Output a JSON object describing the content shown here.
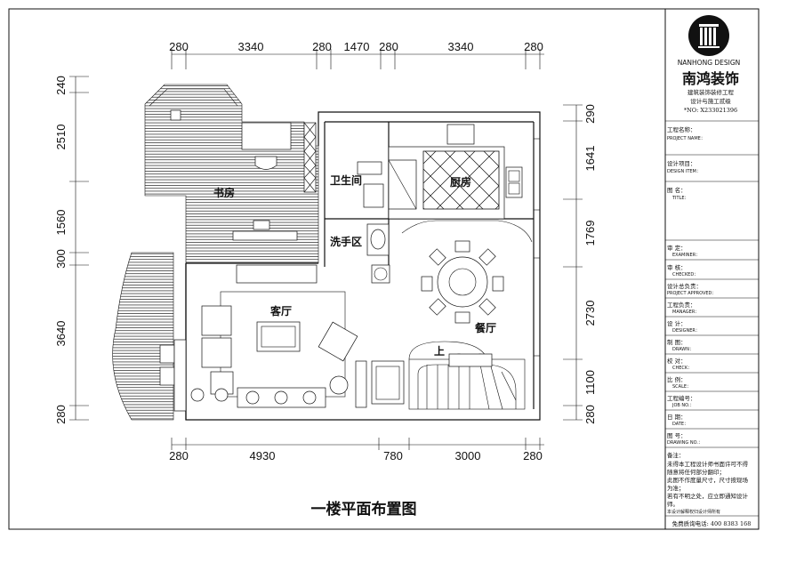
{
  "drawing": {
    "title": "一楼平面布置图",
    "dims_top": [
      "280",
      "3340",
      "280",
      "1470",
      "280",
      "3340",
      "280"
    ],
    "dims_bottom": [
      "280",
      "4930",
      "780",
      "3000",
      "280"
    ],
    "dims_left": [
      "240",
      "2510",
      "1560",
      "300",
      "3640",
      "280"
    ],
    "dims_right": [
      "290",
      "1641",
      "1769",
      "2730",
      "1100",
      "280"
    ],
    "rooms": {
      "study": "书房",
      "bathroom": "卫生间",
      "kitchen": "厨房",
      "washroom": "洗手区",
      "living": "客厅",
      "dining": "餐厅",
      "stair_up": "上"
    }
  },
  "title_block": {
    "logo_text": "NANHONG DESIGN",
    "company": "南鸿装饰",
    "line1": "建筑装饰装修工程",
    "line2": "设计与施工贰级",
    "license": "*NO: X233021396",
    "fields": [
      {
        "cn": "工程名称：",
        "en": "PROJECT NAME："
      },
      {
        "cn": "设计项目：",
        "en": "DESIGN ITEM："
      },
      {
        "cn": "图 名：",
        "en": "TITLE："
      },
      {
        "cn": "审 定：",
        "en": "EXAMINER："
      },
      {
        "cn": "审 核：",
        "en": "CHECKED："
      },
      {
        "cn": "设计总负责：",
        "en": "PROJECT APPROVED："
      },
      {
        "cn": "工程负责：",
        "en": "MANAGER："
      },
      {
        "cn": "设 计：",
        "en": "DESIGNER："
      },
      {
        "cn": "制 图：",
        "en": "DRAWN："
      },
      {
        "cn": "校 对：",
        "en": "CHECK："
      },
      {
        "cn": "比 例：",
        "en": "SCALE："
      },
      {
        "cn": "工程编号：",
        "en": "JOB NO.："
      },
      {
        "cn": "日 期：",
        "en": "DATE："
      },
      {
        "cn": "图 号：",
        "en": "DRAWING NO.："
      }
    ],
    "notes_title": "备注：",
    "notes": [
      "未得本工程设计师书面许可不得",
      "随意将任何部分翻印；",
      "此图不作度量尺寸，尺寸按现场",
      "为准；",
      "若有不明之处，应立即通知设计",
      "师。",
      "本设计解释权归设计师所有"
    ],
    "hotline": "免费质询电话: 400 8383 168"
  }
}
